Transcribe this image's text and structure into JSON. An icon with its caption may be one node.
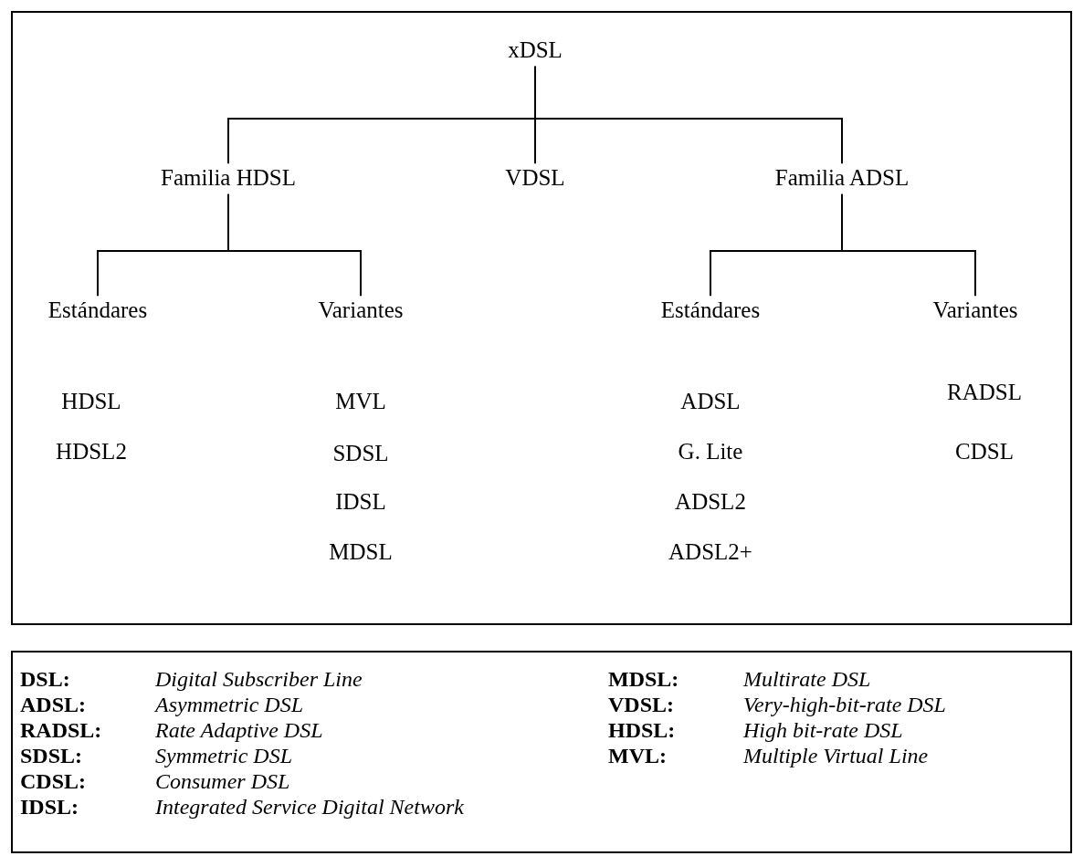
{
  "diagram": {
    "nodes": [
      {
        "text": [],
        "shape": "box"
      },
      {
        "text": [
          "xDSL"
        ],
        "in": 0
      },
      {
        "text": [
          "Familia HDSL"
        ],
        "in": 0
      },
      {
        "text": [
          "VDSL"
        ],
        "in": 0
      },
      {
        "text": [
          "Familia ADSL"
        ],
        "in": 0
      },
      {
        "text": [
          "Estándares"
        ],
        "in": 0
      },
      {
        "text": [
          "Variantes"
        ],
        "in": 0
      },
      {
        "text": [
          "Estándares"
        ],
        "in": 0
      },
      {
        "text": [
          "Variantes"
        ],
        "in": 0
      }
    ],
    "edges": [
      {
        "from": 1,
        "to": 2,
        "arrow": "none"
      },
      {
        "from": 1,
        "to": 3,
        "arrow": "none"
      },
      {
        "from": 1,
        "to": 4,
        "arrow": "none"
      },
      {
        "from": 2,
        "to": 5,
        "arrow": "none"
      },
      {
        "from": 2,
        "to": 6,
        "arrow": "none"
      },
      {
        "from": 4,
        "to": 7,
        "arrow": "none"
      },
      {
        "from": 4,
        "to": 8,
        "arrow": "none"
      }
    ],
    "labels": [
      "HDSL",
      "HDSL2",
      "MVL",
      "SDSL",
      "IDSL",
      "MDSL",
      "ADSL",
      "G. Lite",
      "ADSL2",
      "ADSL2+",
      "RADSL",
      "CDSL",
      "DSL:",
      "Digital Subscriber Line",
      "MDSL:",
      "Multirate DSL",
      "ADSL:",
      "Asymmetric DSL",
      "VDSL:",
      "Very-high-bit-rate DSL",
      "RADSL:",
      "Rate Adaptive DSL",
      "HDSL:",
      "High bit-rate DSL",
      "SDSL:",
      "Symmetric DSL",
      "MVL:",
      "Multiple Virtual Line",
      "CDSL:",
      "Consumer DSL",
      "IDSL:",
      "Integrated Service Digital Network"
    ]
  }
}
